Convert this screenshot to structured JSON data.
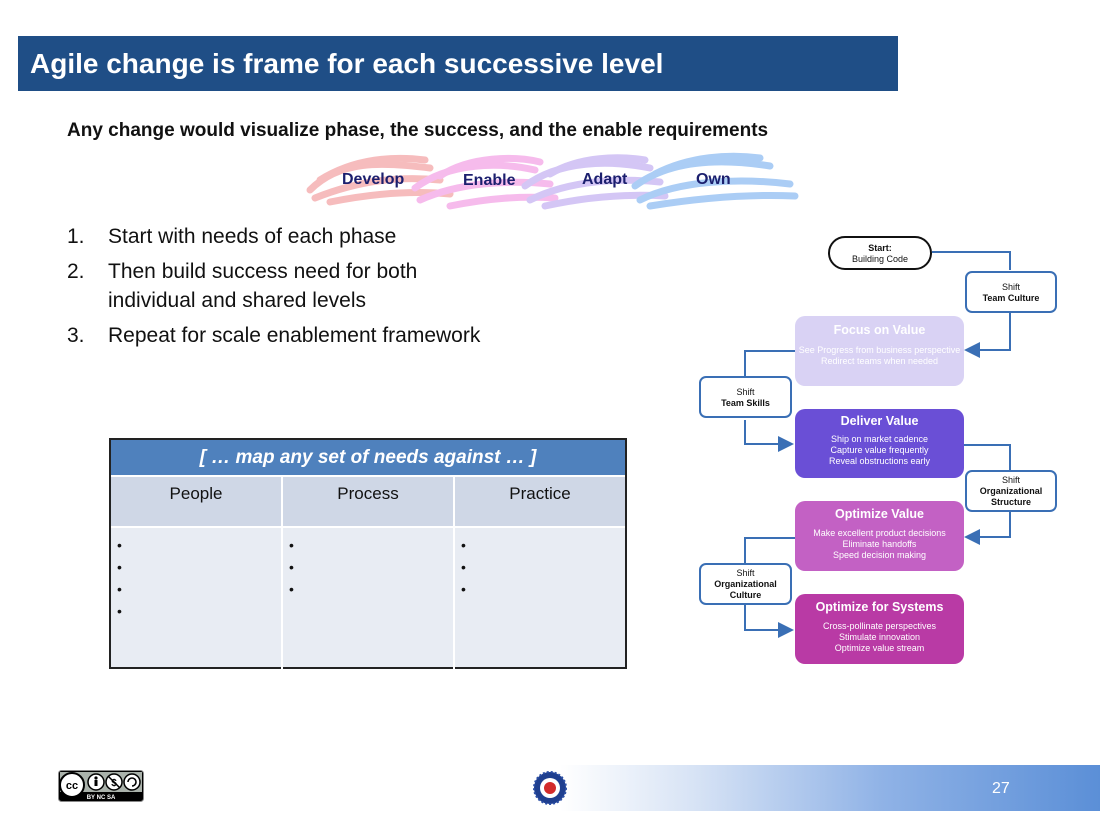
{
  "title": "Agile change is frame for each successive level",
  "subtitle": "Any change would visualize phase, the success, and the enable requirements",
  "phases": [
    "Develop",
    "Enable",
    "Adapt",
    "Own"
  ],
  "steps": [
    {
      "num": "1.",
      "text": "Start with needs of each phase"
    },
    {
      "num": "2.",
      "text": "Then build success need for both individual and shared levels"
    },
    {
      "num": "3.",
      "text": "Repeat for scale enablement framework"
    }
  ],
  "needs_table": {
    "header": "[ … map any set of needs against … ]",
    "columns": [
      "People",
      "Process",
      "Practice"
    ],
    "bullet_counts": [
      4,
      3,
      3
    ],
    "bullet_char": "•"
  },
  "flow": {
    "start": {
      "line1": "Start:",
      "line2": "Building Code"
    },
    "shifts": [
      {
        "prefix": "Shift",
        "lines": [
          "Team Culture"
        ]
      },
      {
        "prefix": "Shift",
        "lines": [
          "Team Skills"
        ]
      },
      {
        "prefix": "Shift",
        "lines": [
          "Organizational",
          "Structure"
        ]
      },
      {
        "prefix": "Shift",
        "lines": [
          "Organizational",
          "Culture"
        ]
      }
    ],
    "stages": [
      {
        "title": "Focus on Value",
        "items": [
          "See Progress from business perspective",
          "Redirect teams when needed"
        ],
        "color": "#d9d2f4"
      },
      {
        "title": "Deliver Value",
        "items": [
          "Ship on market cadence",
          "Capture value frequently",
          "Reveal obstructions early"
        ],
        "color": "#6a4fd6"
      },
      {
        "title": "Optimize Value",
        "items": [
          "Make excellent product decisions",
          "Eliminate handoffs",
          "Speed decision making"
        ],
        "color": "#c361c4"
      },
      {
        "title": "Optimize for Systems",
        "items": [
          "Cross-pollinate perspectives",
          "Stimulate innovation",
          "Optimize value stream"
        ],
        "color": "#b93aa5"
      }
    ],
    "arrow_color": "#3a6fb5"
  },
  "license_badge": {
    "top": "cc",
    "bottom": "BY  NC  SA"
  },
  "page_number": "27"
}
